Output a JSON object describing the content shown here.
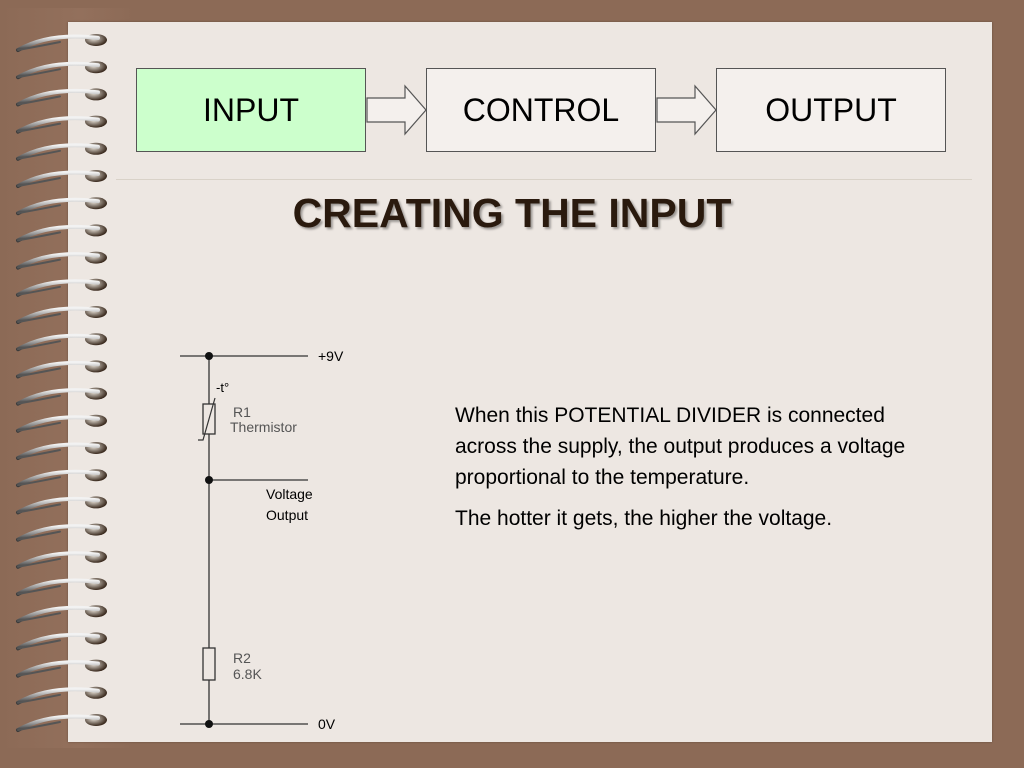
{
  "blocks": {
    "input": "INPUT",
    "control": "CONTROL",
    "output": "OUTPUT"
  },
  "title": "CREATING THE INPUT",
  "circuit": {
    "supply_label": "+9V",
    "ground_label": "0V",
    "thermistor_symbol": "-t°",
    "r1_name": "R1",
    "r1_desc": "Thermistor",
    "voltage_output_line1": "Voltage",
    "voltage_output_line2": "Output",
    "r2_name": "R2",
    "r2_value": "6.8K"
  },
  "description": {
    "paragraph1": "When this POTENTIAL DIVIDER is connected across the supply, the output produces a voltage proportional to the temperature.",
    "paragraph2": "The hotter it gets, the higher the voltage."
  },
  "colors": {
    "background": "#8c6a56",
    "paper": "#ede7e2",
    "input_highlight": "#ccffcc",
    "title": "#2a1a0e"
  }
}
